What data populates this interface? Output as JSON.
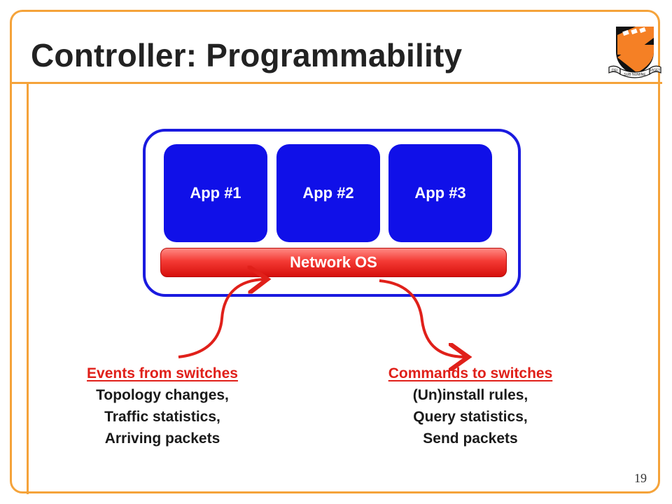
{
  "slide": {
    "title": "Controller: Programmability",
    "page_number": "19"
  },
  "logo": {
    "icon": "princeton-shield-icon",
    "banner_left": "DEI",
    "banner_center": "SUB NUMINE",
    "banner_right": "VIGET"
  },
  "diagram": {
    "apps": [
      "App #1",
      "App #2",
      "App #3"
    ],
    "network_os_label": "Network OS",
    "colors": {
      "app_fill": "#1010e8",
      "controller_border": "#1a1adf",
      "network_os": "#e8201c",
      "arrow": "#e0201a",
      "frame": "#f5a33a"
    }
  },
  "events": {
    "heading": "Events from switches",
    "lines": [
      "Topology changes,",
      "Traffic statistics,",
      "Arriving packets"
    ]
  },
  "commands": {
    "heading": "Commands to switches",
    "lines": [
      "(Un)install rules,",
      "Query statistics,",
      "Send packets"
    ]
  }
}
